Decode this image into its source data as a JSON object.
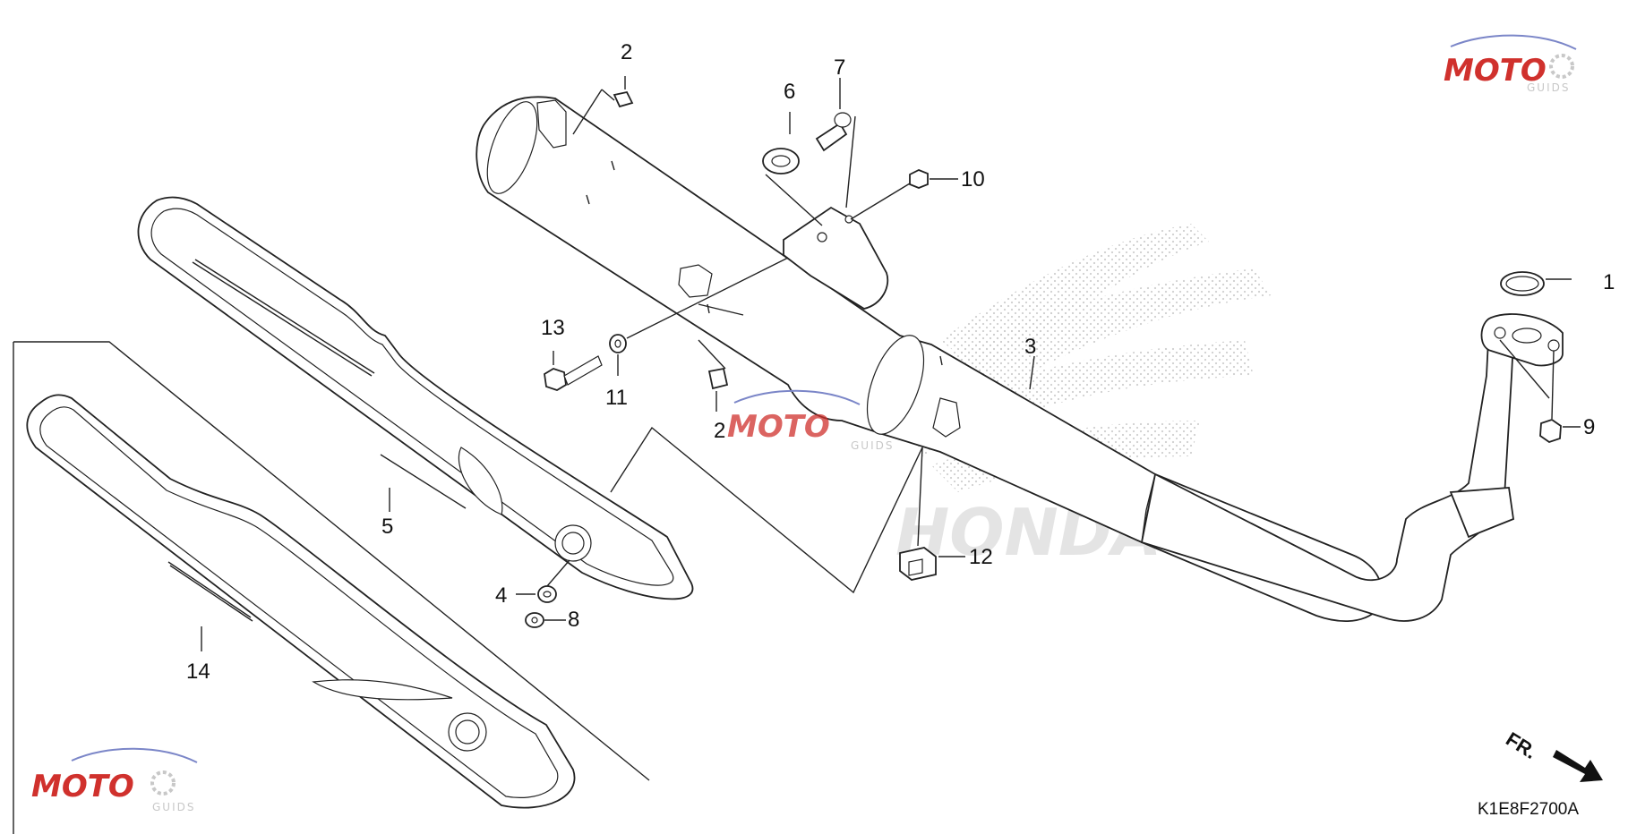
{
  "diagram_code": "K1E8F2700A",
  "direction_marker": "FR.",
  "parts": [
    {
      "ref": "1"
    },
    {
      "ref": "2"
    },
    {
      "ref": "2"
    },
    {
      "ref": "3"
    },
    {
      "ref": "4"
    },
    {
      "ref": "5"
    },
    {
      "ref": "6"
    },
    {
      "ref": "7"
    },
    {
      "ref": "8"
    },
    {
      "ref": "9"
    },
    {
      "ref": "10"
    },
    {
      "ref": "11"
    },
    {
      "ref": "12"
    },
    {
      "ref": "13"
    },
    {
      "ref": "14"
    }
  ],
  "watermark": {
    "brand": "MOTO",
    "subtitle": "GUIDS",
    "background_logo": "HONDA",
    "colors": {
      "red": "#d0312d",
      "blue": "#7b86c8",
      "gray": "#c8c8c8"
    }
  }
}
